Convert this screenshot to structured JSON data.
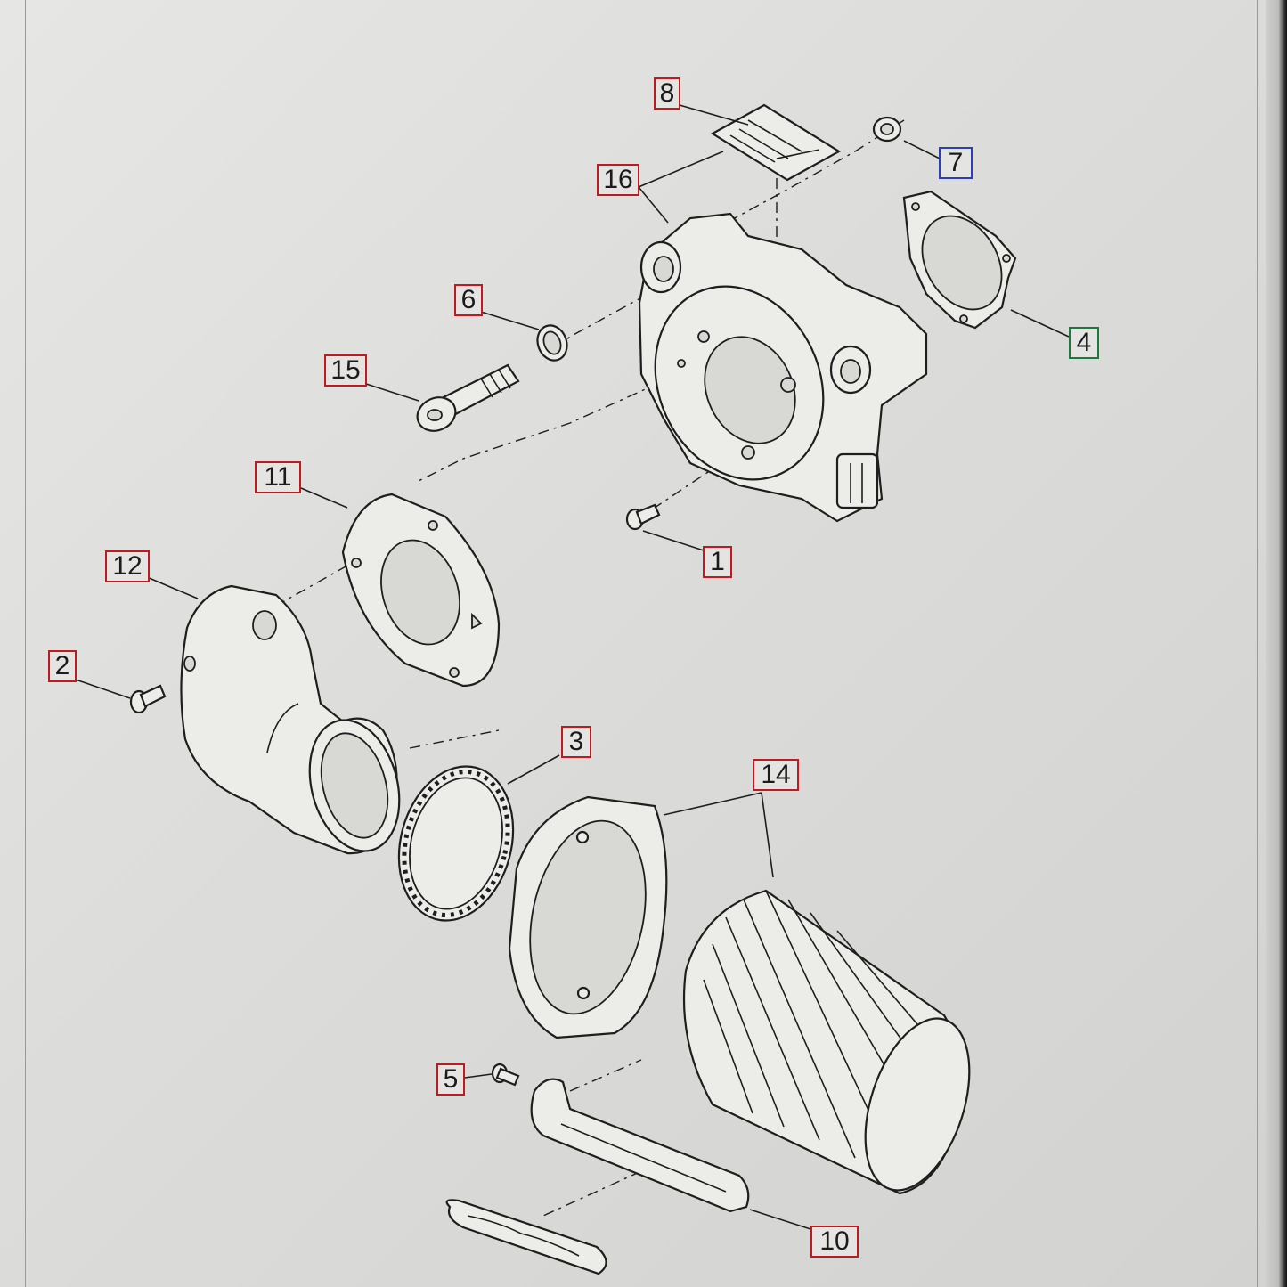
{
  "diagram": {
    "callouts": [
      {
        "id": "8",
        "label": "8",
        "part": "warning-label-plate",
        "frame": "red"
      },
      {
        "id": "7",
        "label": "7",
        "part": "small-o-ring",
        "frame": "blue"
      },
      {
        "id": "16",
        "label": "16",
        "part": "backplate-housing",
        "frame": "red"
      },
      {
        "id": "4",
        "label": "4",
        "part": "backplate-gasket",
        "frame": "green"
      },
      {
        "id": "6",
        "label": "6",
        "part": "o-ring",
        "frame": "red"
      },
      {
        "id": "15",
        "label": "15",
        "part": "breather-bolt",
        "frame": "red"
      },
      {
        "id": "11",
        "label": "11",
        "part": "flange-gasket",
        "frame": "red"
      },
      {
        "id": "1",
        "label": "1",
        "part": "screw",
        "frame": "red"
      },
      {
        "id": "12",
        "label": "12",
        "part": "intake-elbow",
        "frame": "red"
      },
      {
        "id": "2",
        "label": "2",
        "part": "screw",
        "frame": "red"
      },
      {
        "id": "3",
        "label": "3",
        "part": "hose-clamp",
        "frame": "red"
      },
      {
        "id": "14",
        "label": "14",
        "part": "filter-element-and-backing",
        "frame": "red"
      },
      {
        "id": "5",
        "label": "5",
        "part": "screw",
        "frame": "red"
      },
      {
        "id": "10",
        "label": "10",
        "part": "support-bracket-and-trim",
        "frame": "red"
      }
    ],
    "frame_colors": {
      "red": "#c0191f",
      "blue": "#2d3fb8",
      "green": "#1c7a3c"
    }
  }
}
